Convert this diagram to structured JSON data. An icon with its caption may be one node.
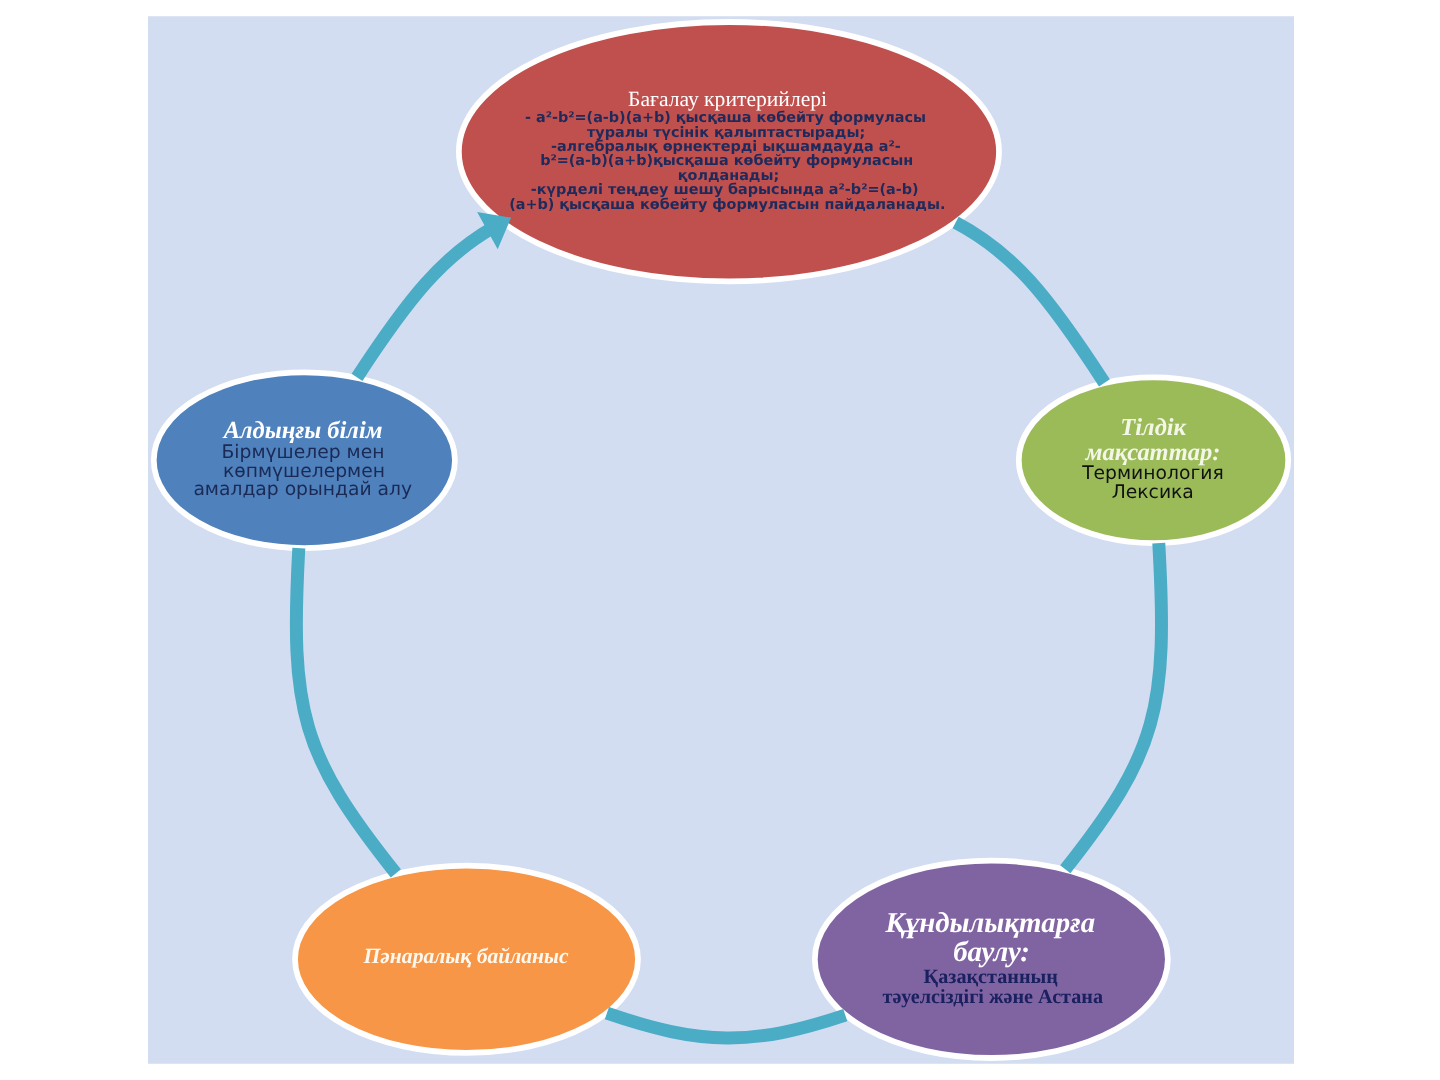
{
  "diagram": {
    "nodes": [
      {
        "text": [
          "Бағалау критерийлері",
          "- a²-b²=(a-b)(a+b) қысқаша көбейту формуласы туралы түсінік қалыптастырады;",
          "-алгебралық өрнектерді ықшамдауда a²-b²=(a-b)(a+b)қысқаша көбейту формуласын қолданады;",
          "-күрделі теңдеу шешу барысында a²-b²=(a-b) (a+b) қысқаша көбейту формуласын пайдаланады."
        ]
      },
      {
        "text": [
          "Тілдік мақсаттар:",
          "Терминология",
          "Лексика"
        ]
      },
      {
        "text": [
          "Құндылықтарға баулу:",
          "Қазақстанның тәуелсіздігі және Астана"
        ]
      },
      {
        "text": [
          "Пәнаралық байланыс"
        ]
      },
      {
        "text": [
          "Алдыңғы білім",
          "Бірмүшелер мен көпмүшелермен амалдар орындай алу"
        ]
      }
    ],
    "edges": [
      {
        "from": 0,
        "to": 1,
        "arrow": "none"
      },
      {
        "from": 1,
        "to": 2,
        "arrow": "none"
      },
      {
        "from": 2,
        "to": 3,
        "arrow": "none"
      },
      {
        "from": 3,
        "to": 4,
        "arrow": "none"
      },
      {
        "from": 4,
        "to": 0,
        "arrow": "to"
      }
    ]
  }
}
